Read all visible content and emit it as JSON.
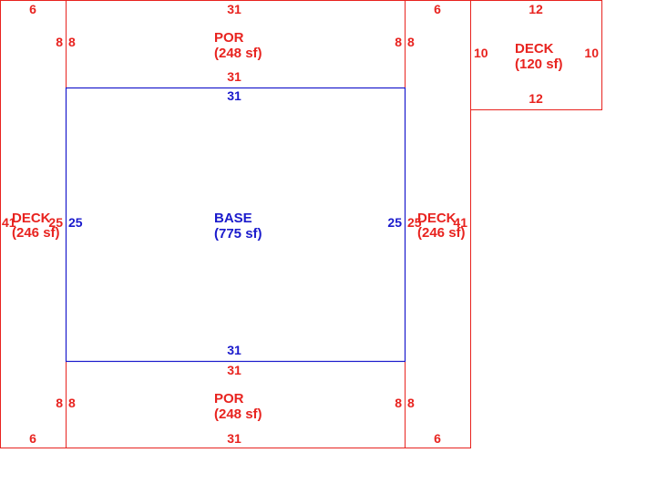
{
  "colors": {
    "addition": "#e8231f",
    "base": "#1a1acc",
    "background": "#ffffff"
  },
  "areas": {
    "deck_left": {
      "name": "DECK",
      "area": "(246 sf)",
      "dims": {
        "top": "6",
        "bottom": "6",
        "left": "41",
        "right": "25"
      }
    },
    "por_top": {
      "name": "POR",
      "area": "(248 sf)",
      "dims": {
        "top": "31",
        "bottom": "31",
        "left": "8",
        "right": "8"
      }
    },
    "base": {
      "name": "BASE",
      "area": "(775 sf)",
      "dims": {
        "top": "31",
        "bottom": "31",
        "left": "25",
        "right": "25"
      }
    },
    "por_bottom": {
      "name": "POR",
      "area": "(248 sf)",
      "dims": {
        "top": "31",
        "bottom": "31",
        "left": "8",
        "right": "8"
      }
    },
    "deck_right": {
      "name": "DECK",
      "area": "(246 sf)",
      "dims": {
        "top": "6",
        "bottom": "6",
        "left": "25",
        "right": "41"
      }
    },
    "deck_small": {
      "name": "DECK",
      "area": "(120 sf)",
      "dims": {
        "top": "12",
        "bottom": "12",
        "left": "10",
        "right": "10"
      }
    }
  }
}
